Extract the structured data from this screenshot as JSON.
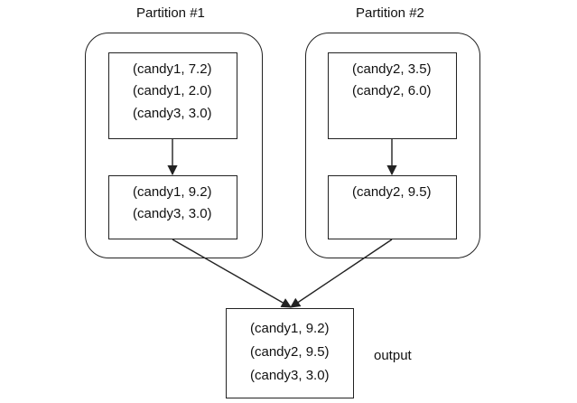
{
  "partitions": [
    {
      "title": "Partition #1",
      "input": [
        "(candy1, 7.2)",
        "(candy1, 2.0)",
        "(candy3, 3.0)"
      ],
      "reduced": [
        "(candy1, 9.2)",
        "(candy3, 3.0)"
      ]
    },
    {
      "title": "Partition #2",
      "input": [
        "(candy2, 3.5)",
        "(candy2, 6.0)"
      ],
      "reduced": [
        "(candy2, 9.5)"
      ]
    }
  ],
  "output": {
    "items": [
      "(candy1, 9.2)",
      "(candy2, 9.5)",
      "(candy3, 3.0)"
    ],
    "label": "output"
  }
}
